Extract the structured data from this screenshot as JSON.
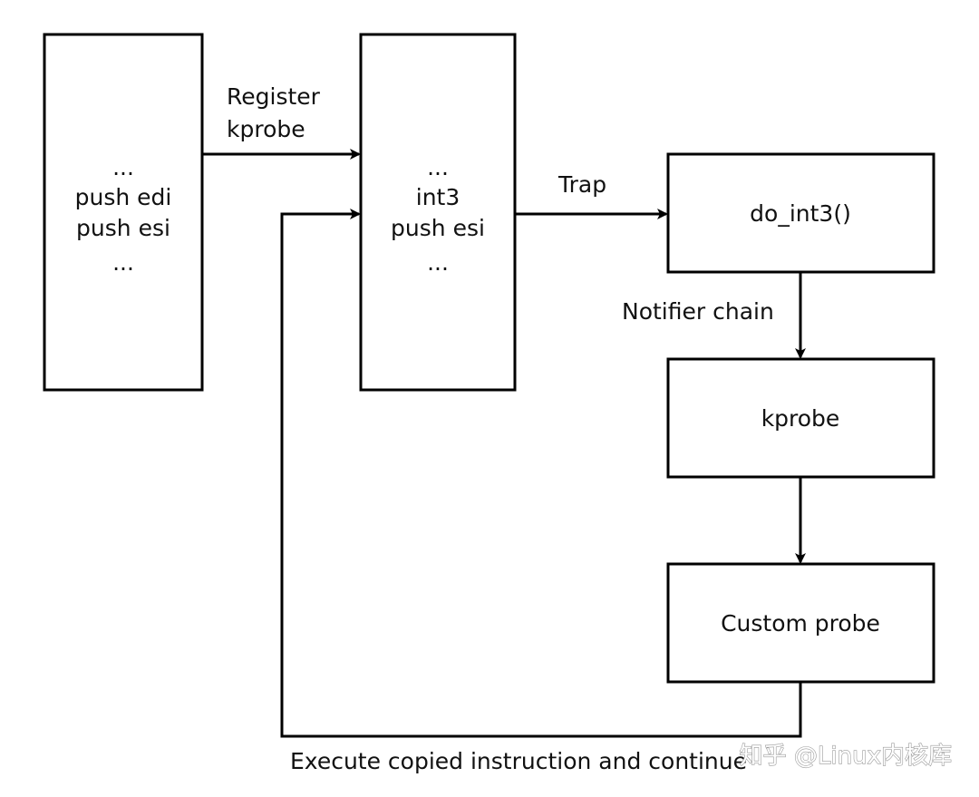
{
  "memory_before": {
    "lines": [
      "...",
      "push edi",
      "push esi",
      "..."
    ]
  },
  "memory_after": {
    "lines": [
      "...",
      "int3",
      "push esi",
      "..."
    ]
  },
  "boxes": {
    "do_int3": "do_int3()",
    "kprobe": "kprobe",
    "custom_probe": "Custom probe"
  },
  "edges": {
    "register": [
      "Register",
      "kprobe"
    ],
    "trap": "Trap",
    "notifier": "Notifier chain",
    "return": "Execute copied instruction and continue"
  },
  "watermark": "知乎 @Linux内核库"
}
